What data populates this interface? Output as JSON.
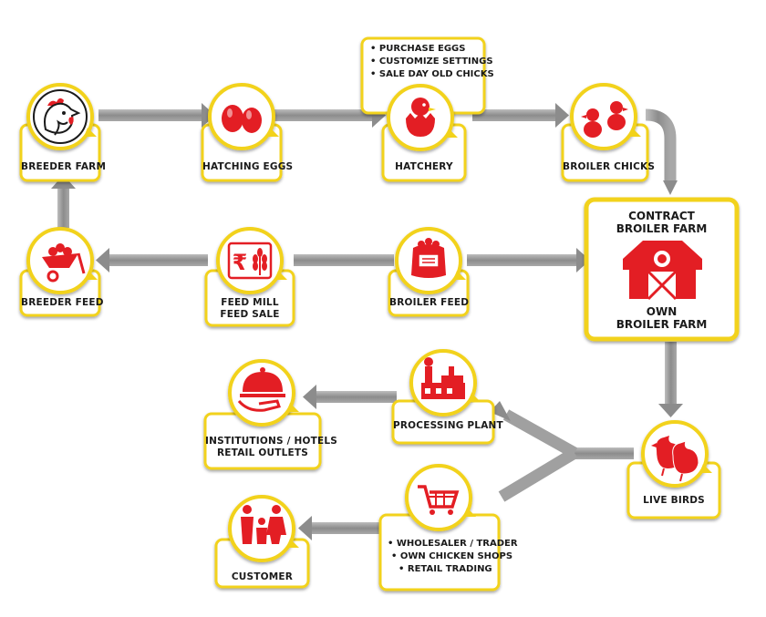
{
  "nodes": {
    "breeder_farm": "BREEDER FARM",
    "hatching_eggs": "HATCHING EGGS",
    "hatchery": "HATCHERY",
    "broiler_chicks": "BROILER CHICKS",
    "breeder_feed": "BREEDER FEED",
    "feed_mill_1": "FEED MILL",
    "feed_mill_2": "FEED SALE",
    "broiler_feed": "BROILER FEED",
    "contract_1": "CONTRACT",
    "contract_2": "BROILER FARM",
    "own_1": "OWN",
    "own_2": "BROILER FARM",
    "processing_plant": "PROCESSING PLANT",
    "institutions_1": "INSTITUTIONS / HOTELS",
    "institutions_2": "RETAIL OUTLETS",
    "live_birds": "LIVE BIRDS",
    "customer": "CUSTOMER"
  },
  "hatchery_services": [
    "PURCHASE EGGS",
    "CUSTOMIZE SETTINGS",
    "SALE DAY OLD CHICKS"
  ],
  "retail_channels": [
    "WHOLESALER / TRADER",
    "OWN CHICKEN SHOPS",
    "RETAIL TRADING"
  ],
  "bullet": "•",
  "colors": {
    "accent": "#e31e24",
    "border": "#f2d21a",
    "arrow": "#9a9a9a"
  },
  "icons": [
    "hen-icon",
    "eggs-icon",
    "chick-hatching-icon",
    "chicks-icon",
    "feed-cart-icon",
    "rupee-grain-icon",
    "feed-sack-icon",
    "barn-icon",
    "factory-icon",
    "cloche-icon",
    "hens-icon",
    "shopping-cart-icon",
    "family-icon"
  ]
}
